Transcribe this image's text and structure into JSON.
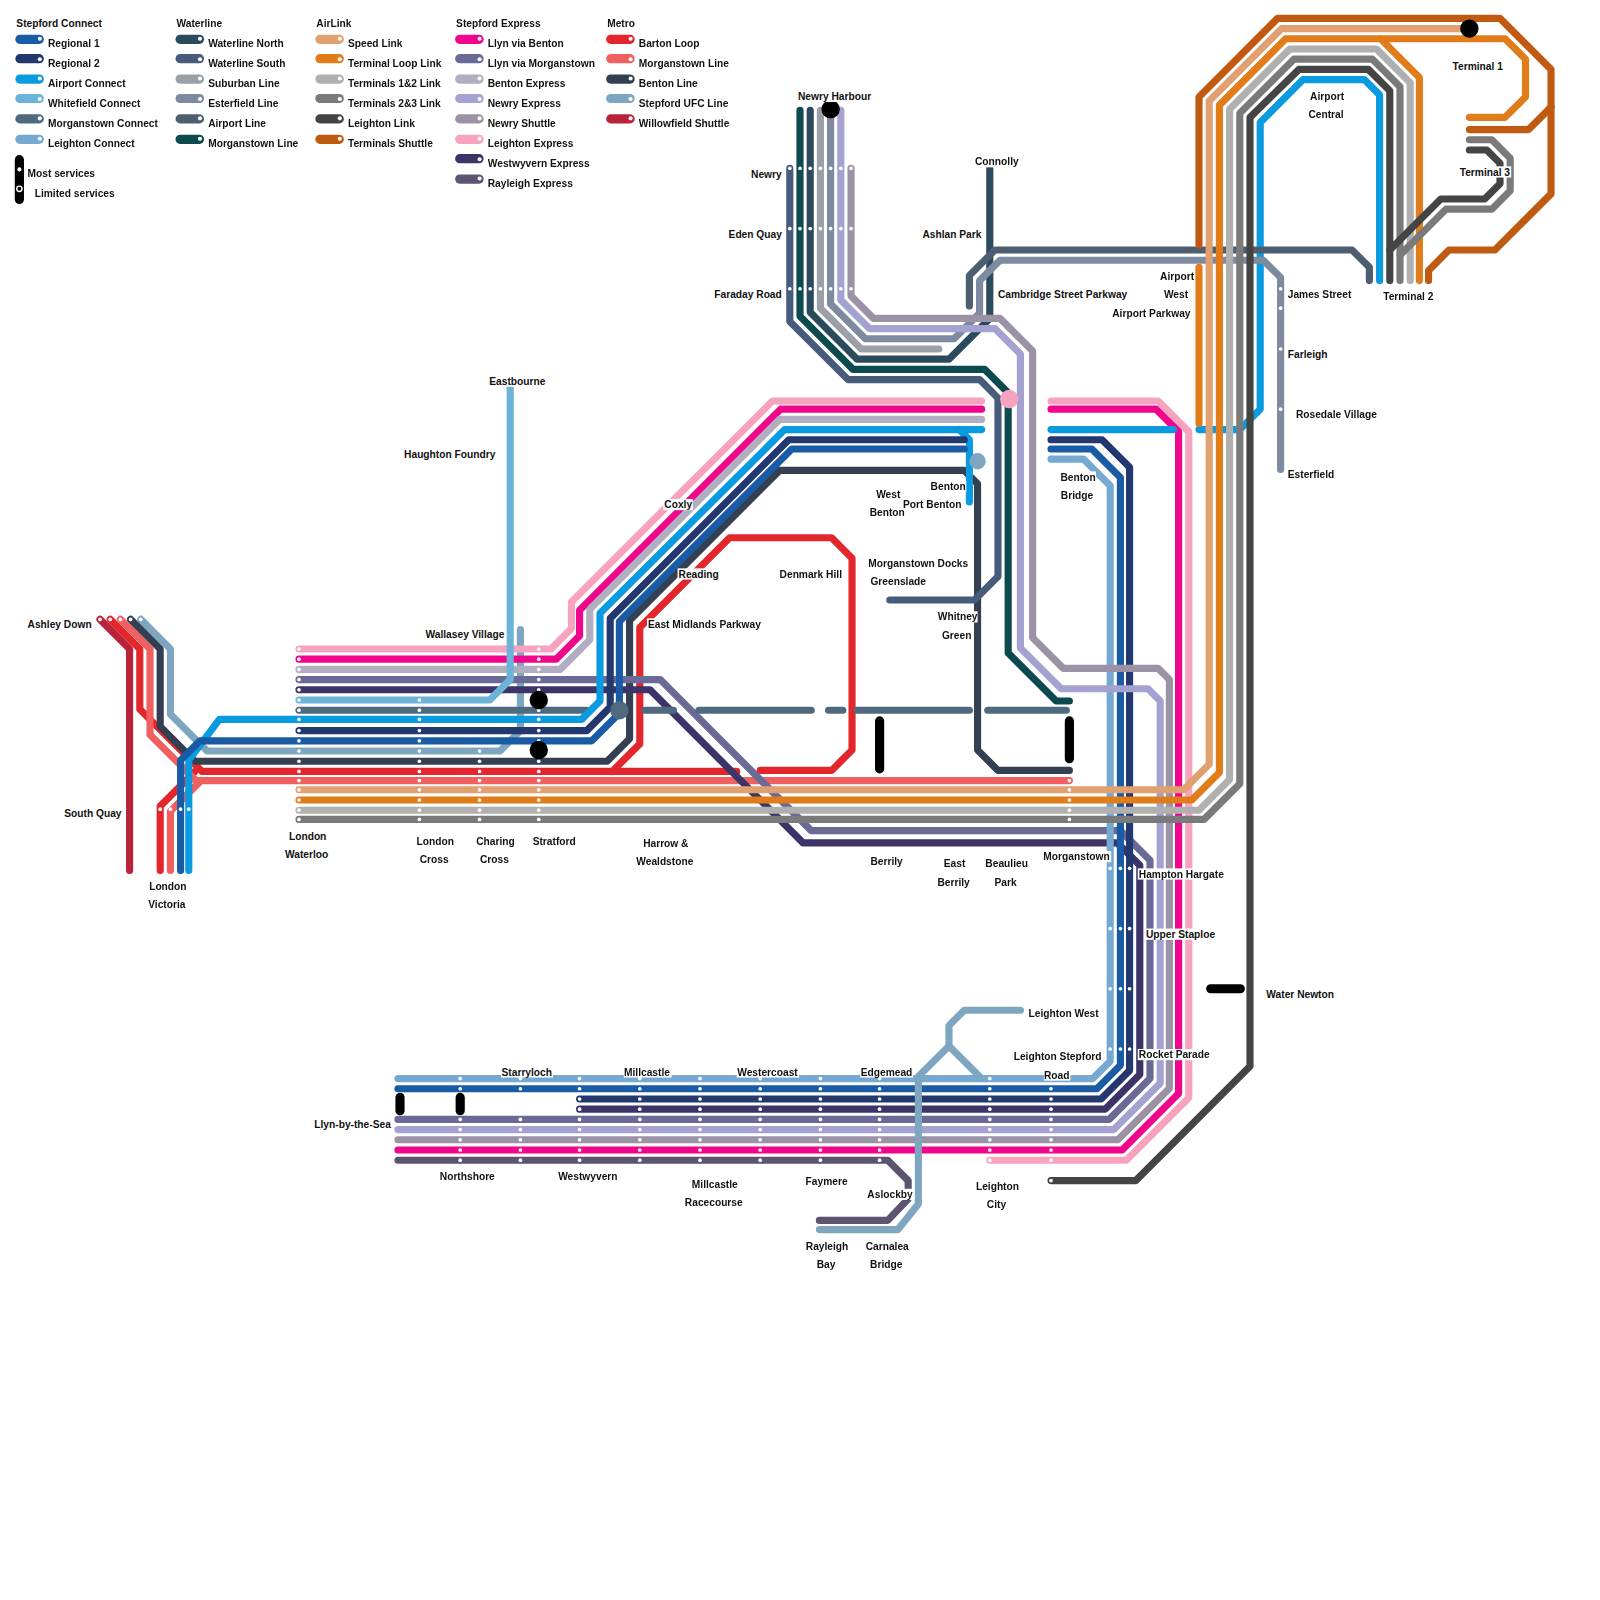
{
  "diagram": {
    "labels": [
      "Stepford Connect",
      "Waterline",
      "AirLink",
      "Stepford Express",
      "Metro",
      "Newry Harbour",
      "Newry",
      "Eden Quay",
      "Faraday Road",
      "Connolly",
      "Ashlan Park",
      "Cambridge Street Parkway",
      "Airport West",
      "Airport Parkway",
      "James Street",
      "Terminal 2",
      "Airport Central",
      "Terminal 1",
      "Terminal 3",
      "Farleigh",
      "Rosedale Village",
      "Esterfield",
      "Eastbourne",
      "Haughton Foundry",
      "Coxly",
      "West Benton",
      "Benton",
      "Port Benton",
      "Benton Bridge",
      "Reading",
      "Denmark Hill",
      "Morganstown Docks",
      "Greenslade",
      "Whitney Green",
      "East Midlands Parkway",
      "Ashley Down",
      "Wallasey Village",
      "South Quay",
      "London Victoria",
      "London Waterloo",
      "London Cross",
      "Charing Cross",
      "Stratford",
      "Harrow & Wealdstone",
      "Berrily",
      "East Berrily",
      "Beaulieu Park",
      "Morganstown",
      "Hampton Hargate",
      "Upper Staploe",
      "Water Newton",
      "Leighton West",
      "Rocket Parade",
      "Leighton Stepford Road",
      "Starryloch",
      "Millcastle",
      "Westercoast",
      "Edgemead",
      "Llyn-by-the-Sea",
      "Northshore",
      "Westwyvern",
      "Millcastle Racecourse",
      "Faymere",
      "Aslockby",
      "Leighton City",
      "Rayleigh Bay",
      "Carnalea Bridge"
    ],
    "legend": [
      {
        "text": "Regional 1",
        "color": "#1a5ba6"
      },
      {
        "text": "Regional 2",
        "color": "#23386e"
      },
      {
        "text": "Airport Connect",
        "color": "#0a9ae0"
      },
      {
        "text": "Whitefield Connect",
        "color": "#6cb3d9"
      },
      {
        "text": "Morganstown Connect",
        "color": "#4f6a7e"
      },
      {
        "text": "Leighton Connect",
        "color": "#75a9d2"
      },
      {
        "text": "Waterline North",
        "color": "#2c4a5e"
      },
      {
        "text": "Waterline South",
        "color": "#475b7a"
      },
      {
        "text": "Suburban Line",
        "color": "#9aa0a8"
      },
      {
        "text": "Esterfield Line",
        "color": "#7d8aa0"
      },
      {
        "text": "Airport Line",
        "color": "#4d5f6e"
      },
      {
        "text": "Morganstown Line",
        "color": "#0d4a4f"
      },
      {
        "text": "Speed Link",
        "color": "#e0a070"
      },
      {
        "text": "Terminal Loop Link",
        "color": "#e07d1a"
      },
      {
        "text": "Terminals 1&2 Link",
        "color": "#b0b0b0"
      },
      {
        "text": "Terminals 2&3 Link",
        "color": "#7a7a7a"
      },
      {
        "text": "Leighton Link",
        "color": "#444444"
      },
      {
        "text": "Terminals Shuttle",
        "color": "#c05a10"
      },
      {
        "text": "Llyn via Benton",
        "color": "#f0068c"
      },
      {
        "text": "Llyn via Morganstown",
        "color": "#6a6a96"
      },
      {
        "text": "Benton Express",
        "color": "#b0aec0"
      },
      {
        "text": "Newry Express",
        "color": "#a4a2d0"
      },
      {
        "text": "Newry Shuttle",
        "color": "#9c92a6"
      },
      {
        "text": "Leighton Express",
        "color": "#f7a3c0"
      },
      {
        "text": "Westwyvern Express",
        "color": "#3c3468"
      },
      {
        "text": "Rayleigh Express",
        "color": "#5c5470"
      },
      {
        "text": "Barton Loop",
        "color": "#e3262c"
      },
      {
        "text": "Morganstown Line",
        "color": "#f06060"
      },
      {
        "text": "Benton Line",
        "color": "#344052"
      },
      {
        "text": "Stepford UFC Line",
        "color": "#7ea6c0"
      },
      {
        "text": "Willowfield Shuttle",
        "color": "#b8233a"
      },
      {
        "text": "Most services"
      },
      {
        "text": "Limited services"
      }
    ]
  }
}
